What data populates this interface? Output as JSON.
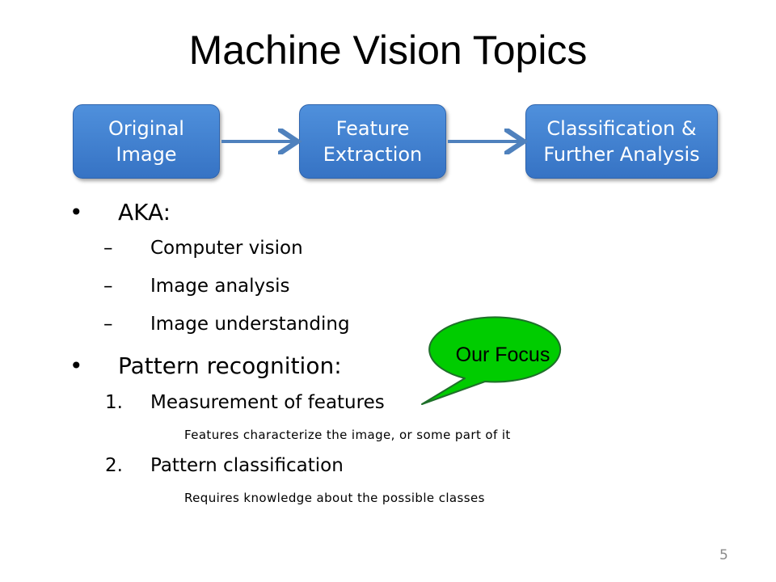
{
  "slide": {
    "title": "Machine Vision Topics",
    "page_number": "5"
  },
  "flow": {
    "boxes": [
      {
        "label": "Original\nImage"
      },
      {
        "label": "Feature\nExtraction"
      },
      {
        "label": "Classification &\nFurther Analysis"
      }
    ],
    "box_color": "#4a87d4",
    "arrow_color": "#4f81bd"
  },
  "bullets": {
    "bullet_char": "•",
    "dash_char": "–",
    "aka": {
      "heading": "AKA:",
      "items": [
        "Computer vision",
        "Image analysis",
        "Image understanding"
      ]
    },
    "pattern": {
      "heading": "Pattern recognition:",
      "items": [
        {
          "number": "1.",
          "label": "Measurement of features",
          "detail": "Features characterize the image, or some part of it"
        },
        {
          "number": "2.",
          "label": "Pattern classification",
          "detail": "Requires knowledge about the possible classes"
        }
      ]
    }
  },
  "callout": {
    "text": "Our Focus",
    "fill_color": "#00cc00"
  }
}
